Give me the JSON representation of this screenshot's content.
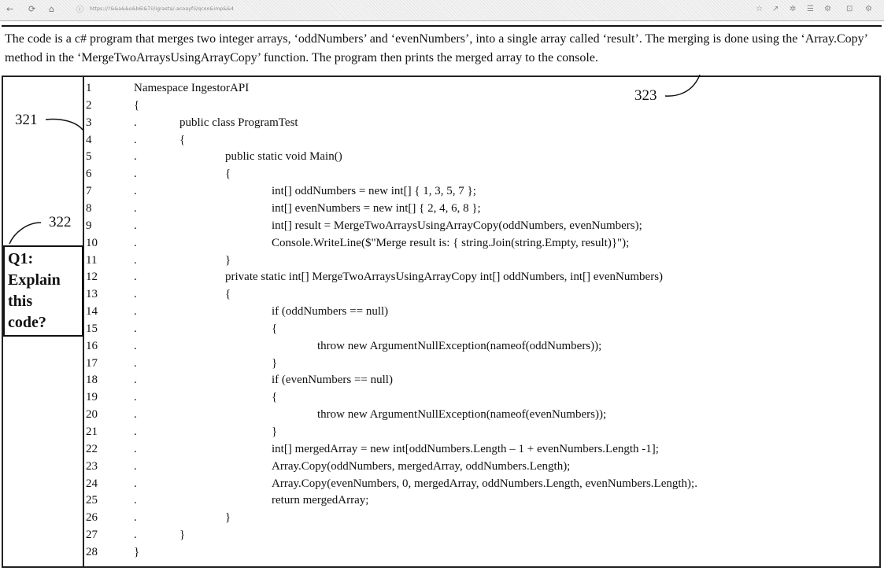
{
  "browser": {
    "nav": [
      "←",
      "⟳",
      "⌂"
    ],
    "url": "https://?&&a&&o&b6i&7ii/igrasta/-acoayfii/qcoo&imp&&4",
    "toolbar_icons": [
      "☆",
      "↗",
      "✲",
      "☰",
      "⚙",
      "⊡",
      "⚙"
    ]
  },
  "description": "The code is a c# program that merges two integer arrays, ‘oddNumbers’ and ‘evenNumbers’, into a single array called ‘result’. The merging is done using the ‘Array.Copy’ method in the ‘MergeTwoArraysUsingArrayCopy’ function. The program then prints the merged array to the console.",
  "refs": {
    "r321": "321",
    "r322": "322",
    "r323": "323"
  },
  "question": "Q1:\nExplain\nthis\ncode?",
  "code_lines": [
    {
      "n": "1",
      "dot": "",
      "indent": 0,
      "text": "Namespace IngestorAPI"
    },
    {
      "n": "2",
      "dot": "",
      "indent": 0,
      "text": "{"
    },
    {
      "n": "3",
      "dot": ".",
      "indent": 1,
      "text": "public class ProgramTest"
    },
    {
      "n": "4",
      "dot": ".",
      "indent": 1,
      "text": "{"
    },
    {
      "n": "5",
      "dot": ".",
      "indent": 2,
      "text": "public static void Main()"
    },
    {
      "n": "6",
      "dot": ".",
      "indent": 2,
      "text": "{"
    },
    {
      "n": "7",
      "dot": ".",
      "indent": 3,
      "text": "int[] oddNumbers = new int[] { 1, 3, 5, 7 };"
    },
    {
      "n": "8",
      "dot": ".",
      "indent": 3,
      "text": "int[] evenNumbers = new int[] { 2, 4, 6, 8 };"
    },
    {
      "n": "9",
      "dot": ".",
      "indent": 3,
      "text": "int[] result = MergeTwoArraysUsingArrayCopy(oddNumbers, evenNumbers);"
    },
    {
      "n": "10",
      "dot": ".",
      "indent": 3,
      "text": "Console.WriteLine($\"Merge result is: { string.Join(string.Empty, result)}\");"
    },
    {
      "n": "11",
      "dot": ".",
      "indent": 2,
      "text": "}"
    },
    {
      "n": "12",
      "dot": ".",
      "indent": 2,
      "text": "private static int[] MergeTwoArraysUsingArrayCopy int[] oddNumbers, int[] evenNumbers)"
    },
    {
      "n": "13",
      "dot": ".",
      "indent": 2,
      "text": "{"
    },
    {
      "n": "14",
      "dot": ".",
      "indent": 3,
      "text": "if (oddNumbers == null)"
    },
    {
      "n": "15",
      "dot": ".",
      "indent": 3,
      "text": "{"
    },
    {
      "n": "16",
      "dot": ".",
      "indent": 4,
      "text": "throw new ArgumentNullException(nameof(oddNumbers));"
    },
    {
      "n": "17",
      "dot": ".",
      "indent": 3,
      "text": "}"
    },
    {
      "n": "18",
      "dot": ".",
      "indent": 3,
      "text": "if (evenNumbers == null)"
    },
    {
      "n": "19",
      "dot": ".",
      "indent": 3,
      "text": "{"
    },
    {
      "n": "20",
      "dot": ".",
      "indent": 4,
      "text": "throw new ArgumentNullException(nameof(evenNumbers));"
    },
    {
      "n": "21",
      "dot": ".",
      "indent": 3,
      "text": "}"
    },
    {
      "n": "22",
      "dot": ".",
      "indent": 3,
      "text": "int[] mergedArray = new int[oddNumbers.Length – 1 + evenNumbers.Length -1];"
    },
    {
      "n": "23",
      "dot": ".",
      "indent": 3,
      "text": "Array.Copy(oddNumbers, mergedArray, oddNumbers.Length);"
    },
    {
      "n": "24",
      "dot": ".",
      "indent": 3,
      "text": "Array.Copy(evenNumbers, 0, mergedArray, oddNumbers.Length, evenNumbers.Length);."
    },
    {
      "n": "25",
      "dot": ".",
      "indent": 3,
      "text": "return mergedArray;"
    },
    {
      "n": "26",
      "dot": ".",
      "indent": 2,
      "text": "}"
    },
    {
      "n": "27",
      "dot": ".",
      "indent": 1,
      "text": "}"
    },
    {
      "n": "28",
      "dot": "",
      "indent": 0,
      "text": "}"
    }
  ]
}
